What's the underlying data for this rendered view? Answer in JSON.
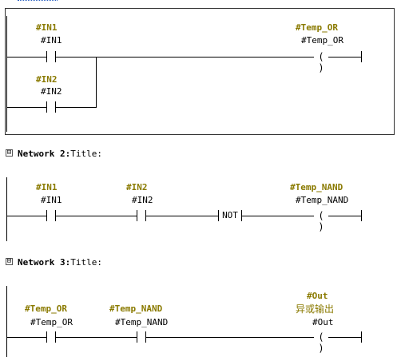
{
  "network1": {
    "contacts": [
      {
        "symbol": "#IN1",
        "var": "#IN1"
      },
      {
        "symbol": "#IN2",
        "var": "#IN2"
      }
    ],
    "coil": {
      "symbol": "#Temp_OR",
      "var": "#Temp_OR",
      "glyph": "( )"
    }
  },
  "network2": {
    "collapse_glyph": "⊟",
    "label": "Network 2",
    "sep": ":",
    "title": "Title:",
    "contacts": [
      {
        "symbol": "#IN1",
        "var": "#IN1"
      },
      {
        "symbol": "#IN2",
        "var": "#IN2"
      }
    ],
    "not_label": "NOT",
    "coil": {
      "symbol": "#Temp_NAND",
      "var": "#Temp_NAND",
      "glyph": "( )"
    }
  },
  "network3": {
    "collapse_glyph": "⊟",
    "label": "Network 3",
    "sep": ":",
    "title": "Title:",
    "contacts": [
      {
        "symbol": "#Temp_OR",
        "var": "#Temp_OR"
      },
      {
        "symbol": "#Temp_NAND",
        "var": "#Temp_NAND"
      }
    ],
    "coil": {
      "symbol": "#Out",
      "comment": "异或输出",
      "var": "#Out",
      "glyph": "( )"
    }
  },
  "colors": {
    "symbol": "#8a7a00",
    "line": "#000000",
    "frame": "#333333"
  }
}
